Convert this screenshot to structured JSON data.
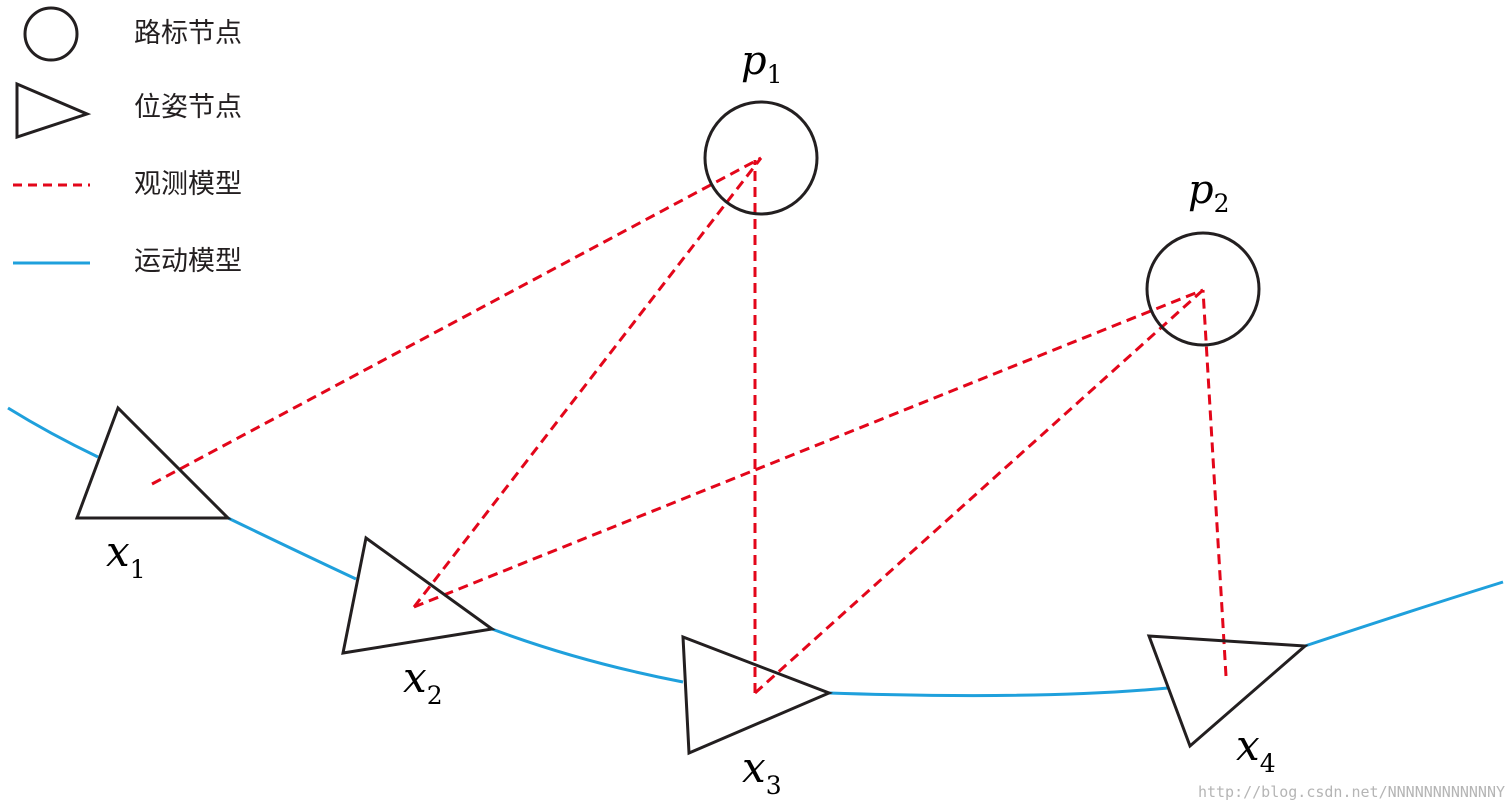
{
  "colors": {
    "node_stroke": "#231f20",
    "observation": "#e3061a",
    "motion": "#1fa0dc"
  },
  "legend": {
    "landmark_label": "路标节点",
    "pose_label": "位姿节点",
    "observation_label": "观测模型",
    "motion_label": "运动模型"
  },
  "landmarks": [
    {
      "var": "p",
      "sub": "1"
    },
    {
      "var": "p",
      "sub": "2"
    }
  ],
  "poses": [
    {
      "var": "x",
      "sub": "1"
    },
    {
      "var": "x",
      "sub": "2"
    },
    {
      "var": "x",
      "sub": "3"
    },
    {
      "var": "x",
      "sub": "4"
    }
  ],
  "observations": [
    {
      "pose": "x1",
      "landmark": "p1"
    },
    {
      "pose": "x2",
      "landmark": "p1"
    },
    {
      "pose": "x2",
      "landmark": "p2"
    },
    {
      "pose": "x3",
      "landmark": "p1"
    },
    {
      "pose": "x3",
      "landmark": "p2"
    },
    {
      "pose": "x4",
      "landmark": "p2"
    }
  ],
  "watermark": "http://blog.csdn.net/NNNNNNNNNNNNY"
}
